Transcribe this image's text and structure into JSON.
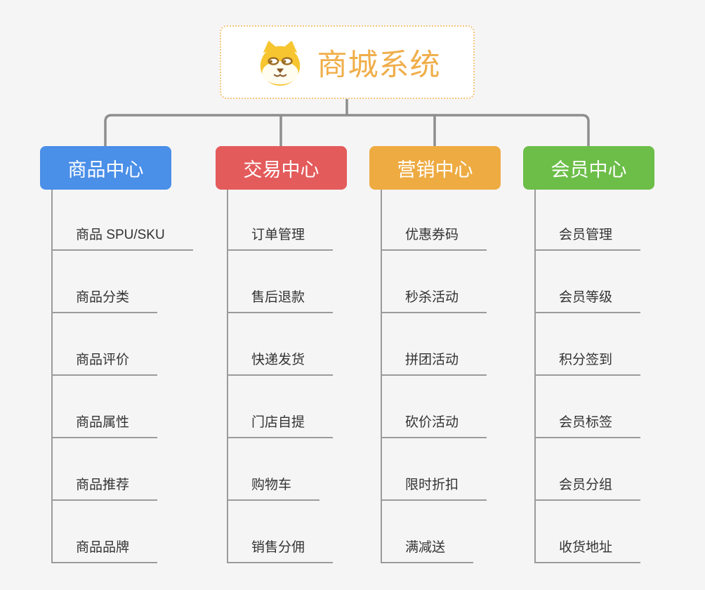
{
  "root": {
    "title": "商城系统",
    "icon": "dog-face-icon",
    "title_color": "#f0ae4a",
    "border_color": "#f4c57c"
  },
  "colors": {
    "background": "#f5f5f6",
    "connector": "#8e8e8e",
    "leaf_line": "#9b9b9b",
    "leaf_text": "#333333"
  },
  "branches": [
    {
      "title": "商品中心",
      "color": "#4a8fe8",
      "items": [
        "商品 SPU/SKU",
        "商品分类",
        "商品评价",
        "商品属性",
        "商品推荐",
        "商品品牌"
      ]
    },
    {
      "title": "交易中心",
      "color": "#e45b5b",
      "items": [
        "订单管理",
        "售后退款",
        "快递发货",
        "门店自提",
        "购物车",
        "销售分佣"
      ]
    },
    {
      "title": "营销中心",
      "color": "#eeab42",
      "items": [
        "优惠券码",
        "秒杀活动",
        "拼团活动",
        "砍价活动",
        "限时折扣",
        "满减送"
      ]
    },
    {
      "title": "会员中心",
      "color": "#6cbe48",
      "items": [
        "会员管理",
        "会员等级",
        "积分签到",
        "会员标签",
        "会员分组",
        "收货地址"
      ]
    }
  ]
}
